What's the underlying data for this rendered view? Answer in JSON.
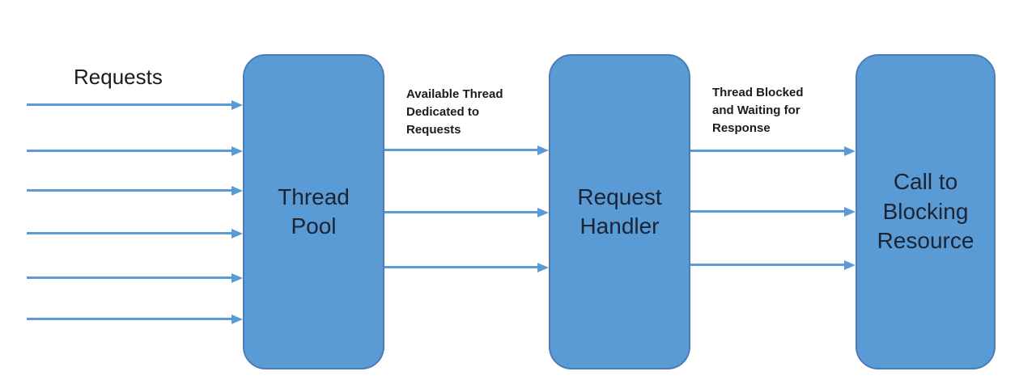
{
  "diagram": {
    "title": "Thread pool request handling diagram",
    "colors": {
      "node_fill": "#5B9BD5",
      "node_border": "#4A7DB8",
      "arrow": "#5B9BD5",
      "text": "#1A2433"
    },
    "nodes": [
      {
        "id": "thread-pool",
        "label": "Thread\nPool"
      },
      {
        "id": "request-handler",
        "label": "Request\nHandler"
      },
      {
        "id": "blocking-resource",
        "label": "Call to\nBlocking\nResource"
      }
    ],
    "annotations": {
      "requests": "Requests",
      "available_thread": "Available Thread\nDedicated to\nRequests",
      "thread_blocked": "Thread Blocked\nand Waiting for\nResponse"
    },
    "arrows": {
      "incoming_count": 6,
      "pool_to_handler_count": 3,
      "handler_to_resource_count": 3
    }
  }
}
